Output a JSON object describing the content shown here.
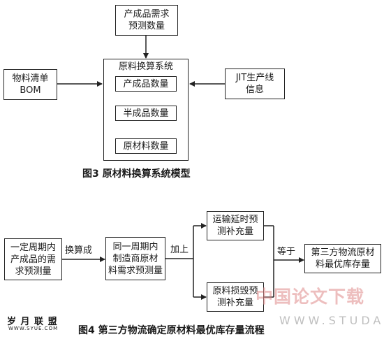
{
  "fig3": {
    "demand_box": "产成品需求\n预测数量",
    "system_box_title": "原料换算系统",
    "finished_box": "产成品数量",
    "semi_box": "半成品数量",
    "raw_box": "原材料数量",
    "bom_box": "物料清单\nBOM",
    "jit_box": "JIT生产线\n信息",
    "caption": "图3 原材料换算系统模型"
  },
  "fig4": {
    "period_demand_box": "一定周期内\n产成品的需\n求预测量",
    "convert_label": "换算成",
    "maker_demand_box": "同一周期内\n制造商原材\n料需求预测量",
    "add_label": "加上",
    "transport_box": "运输延时预\n测补充量",
    "loss_box": "原料损毁预\n测补充量",
    "equals_label": "等于",
    "optimal_box": "第三方物流原材\n料最优库存量",
    "caption": "图4 第三方物流确定原材料最优库存量流程"
  },
  "watermarks": {
    "left_logo": "岁 月 联 盟",
    "left_url": "WWW.SYUE.COM",
    "right_logo": "中国论文下载",
    "right_url": "WWW.STUDA."
  }
}
